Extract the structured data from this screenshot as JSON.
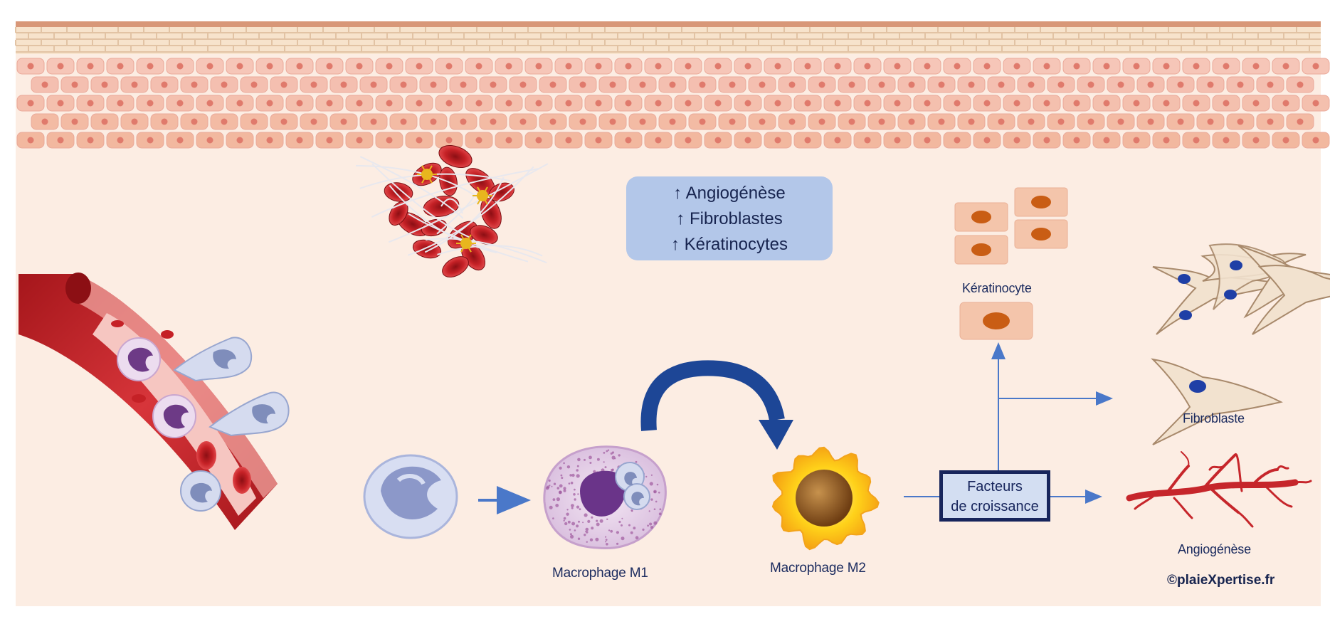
{
  "effects": {
    "lines": [
      "↑ Angiogénèse",
      "↑ Fibroblastes",
      "↑ Kératinocytes"
    ]
  },
  "labels": {
    "keratinocyte": "Kératinocyte",
    "fibroblast": "Fibroblaste",
    "angiogenesis": "Angiogénèse",
    "macrophage_m1": "Macrophage M1",
    "macrophage_m2": "Macrophage M2"
  },
  "growth_factors": {
    "line1": "Facteurs",
    "line2": "de croissance"
  },
  "copyright": "©plaieXpertise.fr",
  "colors": {
    "background": "#fcede3",
    "text_dark_blue": "#17244f",
    "box_fill": "#b3c7e9",
    "arrow_blue": "#4a78c9",
    "curved_arrow": "#1d4696",
    "skin_cell": "#f4bfb0",
    "vessel_red": "#c7262b"
  }
}
